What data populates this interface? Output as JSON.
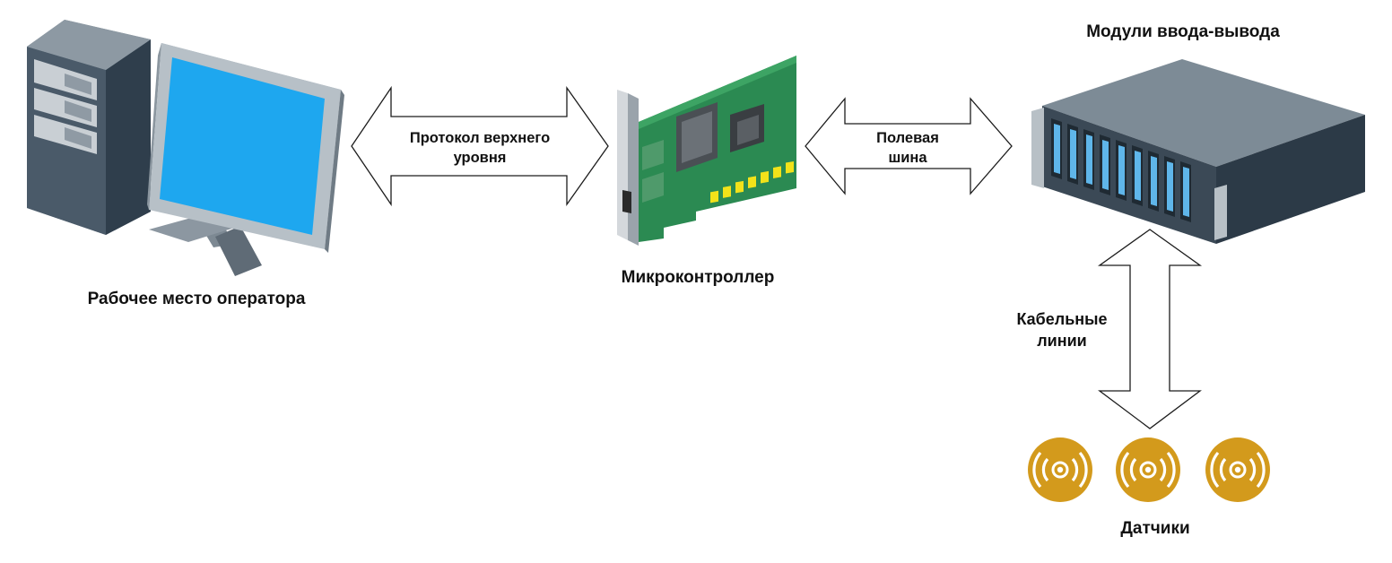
{
  "diagram": {
    "nodes": {
      "workstation": {
        "label": "Рабочее место оператора",
        "icon": "workstation-computer-icon"
      },
      "controller": {
        "label": "Микроконтроллер",
        "icon": "microcontroller-board-icon"
      },
      "io_modules": {
        "label": "Модули ввода-вывода",
        "icon": "io-rack-module-icon"
      },
      "sensors": {
        "label": "Датчики",
        "icon": "sensor-signal-icon",
        "count": 3
      }
    },
    "links": {
      "upper_protocol": {
        "line1": "Протокол верхнего",
        "line2": "уровня"
      },
      "fieldbus": {
        "line1": "Полевая",
        "line2": "шина"
      },
      "cables": {
        "line1": "Кабельные",
        "line2": "линии"
      }
    }
  },
  "colors": {
    "monitor_screen": "#1ea7ef",
    "pc_case": "#3e4f5f",
    "board_green": "#2b8a52",
    "rack_body": "#4e5f6e",
    "drive_blue": "#5fb6ea",
    "sensor_gold": "#d39a1c"
  }
}
